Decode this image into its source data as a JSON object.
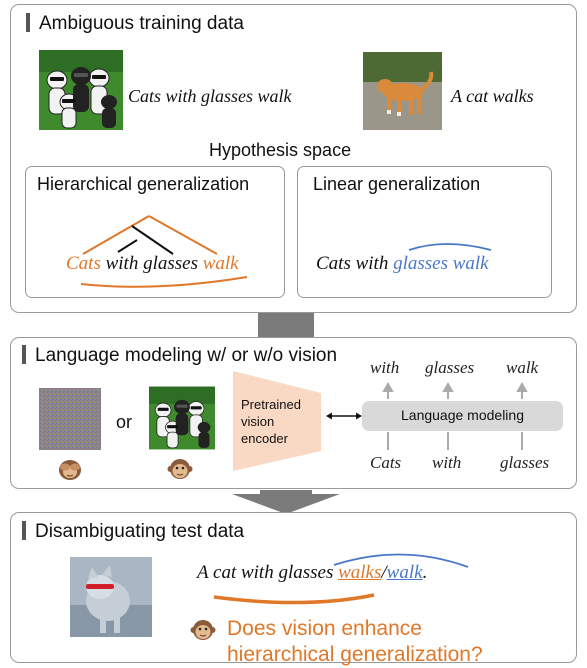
{
  "section1": {
    "title": "Ambiguous training data",
    "example1_caption": "Cats with glasses walk",
    "example2_caption": "A cat walks",
    "hypothesis_label": "Hypothesis space",
    "hierarchical": {
      "title": "Hierarchical generalization",
      "w1": "Cats",
      "w2": "with glasses",
      "w3": "walk"
    },
    "linear": {
      "title": "Linear generalization",
      "w1": "Cats with",
      "w2": "glasses walk"
    }
  },
  "section2": {
    "title": "Language modeling w/ or w/o vision",
    "or_label": "or",
    "encoder_label": "Pretrained vision encoder",
    "lm_label": "Language modeling",
    "outputs": [
      "with",
      "glasses",
      "walk"
    ],
    "inputs": [
      "Cats",
      "with",
      "glasses"
    ]
  },
  "section3": {
    "title": "Disambiguating test data",
    "sentence_prefix": "A cat with glasses ",
    "choice1": "walks",
    "slash": "/",
    "choice2": "walk",
    "period": ".",
    "question_line1": "Does vision enhance",
    "question_line2": "hierarchical generalization?"
  },
  "colors": {
    "orange": "#e0782a",
    "blue": "#4a78c8",
    "border": "#9a9a9a",
    "arrow": "#7b7b7b",
    "lm_box": "#d9d9d9",
    "encoder": "#f9d8c4"
  }
}
